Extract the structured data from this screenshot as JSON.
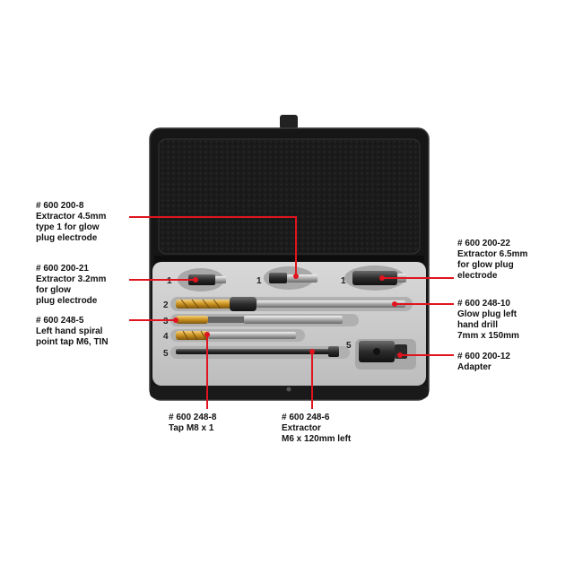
{
  "accent_color": "#e0141e",
  "case": {
    "slot_numbers": [
      "1",
      "1",
      "1",
      "2",
      "3",
      "4",
      "5",
      "5"
    ]
  },
  "callouts": [
    {
      "id": "extractor-4-5",
      "lines": [
        "# 600 200-8",
        "Extractor 4.5mm",
        "type 1 for glow",
        "plug electrode"
      ]
    },
    {
      "id": "extractor-3-2",
      "lines": [
        "# 600 200-21",
        "Extractor 3.2mm",
        "for glow",
        "plug electrode"
      ]
    },
    {
      "id": "spiral-tap",
      "lines": [
        "# 600 248-5",
        "Left hand spiral",
        "point tap M6, TIN"
      ]
    },
    {
      "id": "tap-m8",
      "lines": [
        "# 600 248-8",
        "Tap M8 x 1"
      ]
    },
    {
      "id": "extractor-m6",
      "lines": [
        "# 600 248-6",
        "Extractor",
        "M6 x 120mm left"
      ]
    },
    {
      "id": "extractor-6-5",
      "lines": [
        "# 600 200-22",
        "Extractor 6.5mm",
        "for glow plug",
        "electrode"
      ]
    },
    {
      "id": "left-hand-drill",
      "lines": [
        "# 600 248-10",
        "Glow plug left",
        "hand drill",
        "7mm x 150mm"
      ]
    },
    {
      "id": "adapter",
      "lines": [
        "# 600 200-12",
        "Adapter"
      ]
    }
  ]
}
